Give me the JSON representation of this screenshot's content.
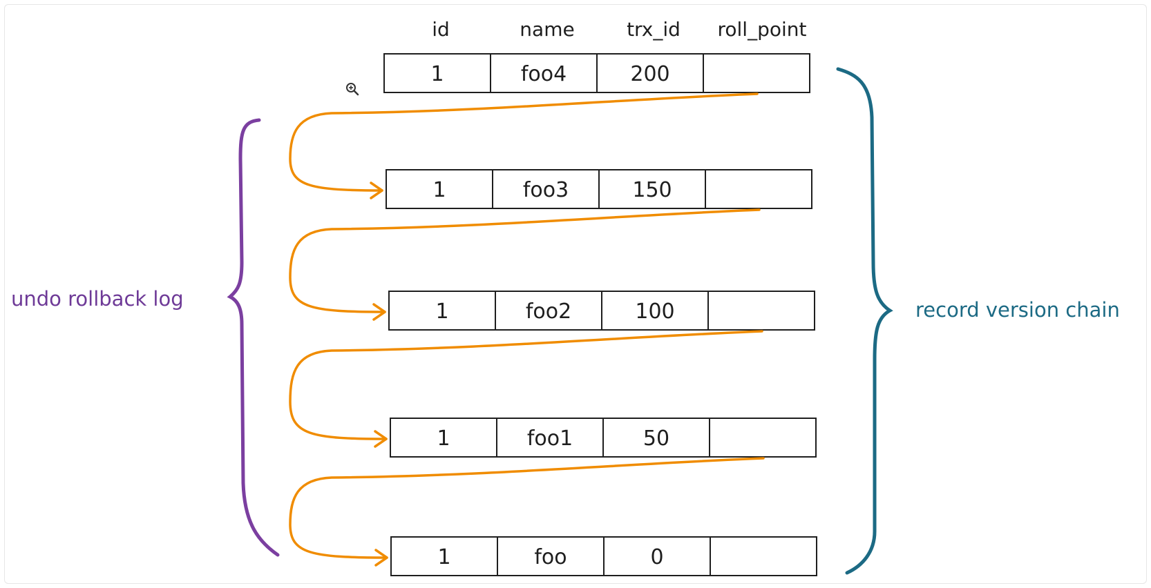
{
  "headers": [
    "id",
    "name",
    "trx_id",
    "roll_point"
  ],
  "rows": [
    {
      "id": "1",
      "name": "foo4",
      "trx_id": "200",
      "roll_point": ""
    },
    {
      "id": "1",
      "name": "foo3",
      "trx_id": "150",
      "roll_point": ""
    },
    {
      "id": "1",
      "name": "foo2",
      "trx_id": "100",
      "roll_point": ""
    },
    {
      "id": "1",
      "name": "foo1",
      "trx_id": "50",
      "roll_point": ""
    },
    {
      "id": "1",
      "name": "foo",
      "trx_id": "0",
      "roll_point": ""
    }
  ],
  "left_label": "undo rollback log",
  "right_label": "record version chain",
  "colors": {
    "stroke": "#1e1e1e",
    "arrow": "#f08c00",
    "left_brace": "#7b3fa0",
    "right_brace": "#1c6a84"
  },
  "icons": {
    "zoom": "zoom-in-icon"
  }
}
